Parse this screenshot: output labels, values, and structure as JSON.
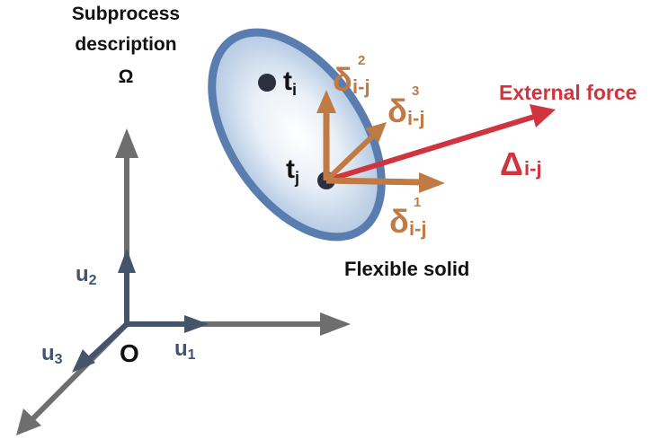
{
  "heading": {
    "line1": "Subprocess",
    "line2": "description",
    "symbol": "Ω"
  },
  "axes": {
    "origin": "O",
    "u1": {
      "base": "u",
      "sub": "1"
    },
    "u2": {
      "base": "u",
      "sub": "2"
    },
    "u3": {
      "base": "u",
      "sub": "3"
    }
  },
  "solid": {
    "label": "Flexible solid",
    "point_i": {
      "base": "t",
      "sub": "i"
    },
    "point_j": {
      "base": "t",
      "sub": "j"
    }
  },
  "deltas": {
    "d1": {
      "symbol": "δ",
      "sup": "1",
      "sub": "i-j"
    },
    "d2": {
      "symbol": "δ",
      "sup": "2",
      "sub": "i-j"
    },
    "d3": {
      "symbol": "δ",
      "sup": "3",
      "sub": "i-j"
    }
  },
  "force": {
    "label": "External force",
    "symbol": "Δ",
    "sub": "i-j"
  },
  "colors": {
    "axis_gray": "#6e6e6e",
    "axis_blue": "#44546a",
    "label_blue": "#44546a",
    "ellipse_stroke": "#5a7db0",
    "ellipse_fill_center": "#ffffff",
    "ellipse_fill_edge": "#a9c1de",
    "delta_orange": "#c07a43",
    "force_red": "#d0353f",
    "point_dark": "#2a3040"
  }
}
